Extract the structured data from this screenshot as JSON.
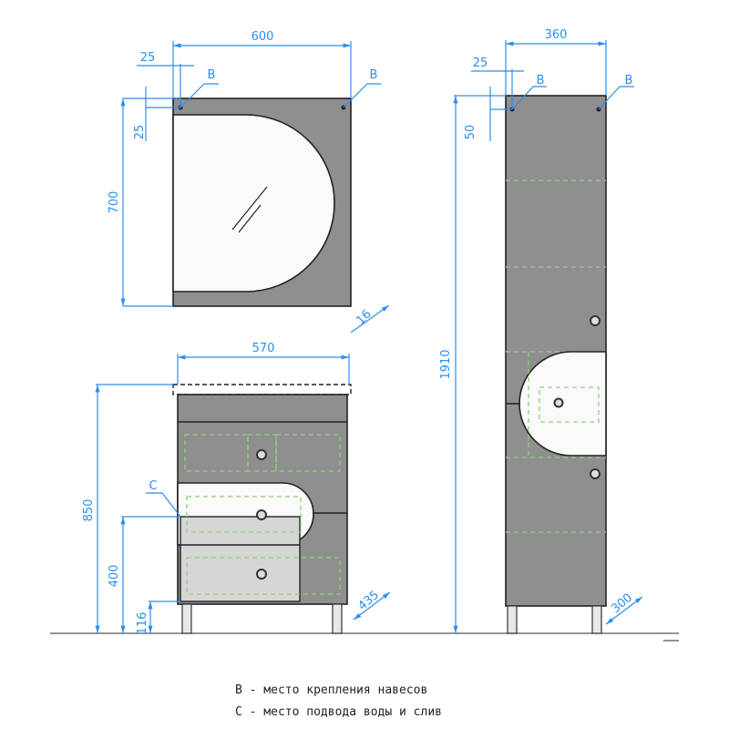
{
  "mirror": {
    "width": "600",
    "height": "700",
    "offset_x": "25",
    "offset_y": "25",
    "depth": "16",
    "mount_label_left": "B",
    "mount_label_right": "B"
  },
  "vanity": {
    "width": "570",
    "height": "850",
    "drawer_height": "400",
    "leg_height": "116",
    "depth": "435",
    "connection_label": "C"
  },
  "tall_cabinet": {
    "width": "360",
    "height": "1910",
    "offset_x": "25",
    "offset_y": "50",
    "depth": "300",
    "mount_label_left": "B",
    "mount_label_right": "B"
  },
  "legend": [
    "В - место крепления навесов",
    "С - место подвода воды и слив"
  ],
  "colors": {
    "dimension": "#2b8ef0",
    "body": "#8f8f8f",
    "hidden": "#8fd27a"
  }
}
